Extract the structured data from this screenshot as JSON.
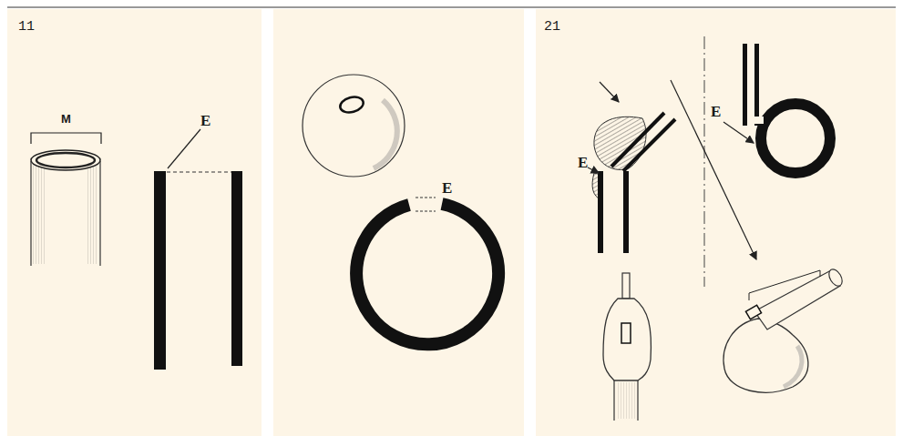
{
  "diagram": {
    "labels": [
      "11",
      "M",
      "E",
      "E",
      "21",
      "E",
      "E"
    ]
  }
}
